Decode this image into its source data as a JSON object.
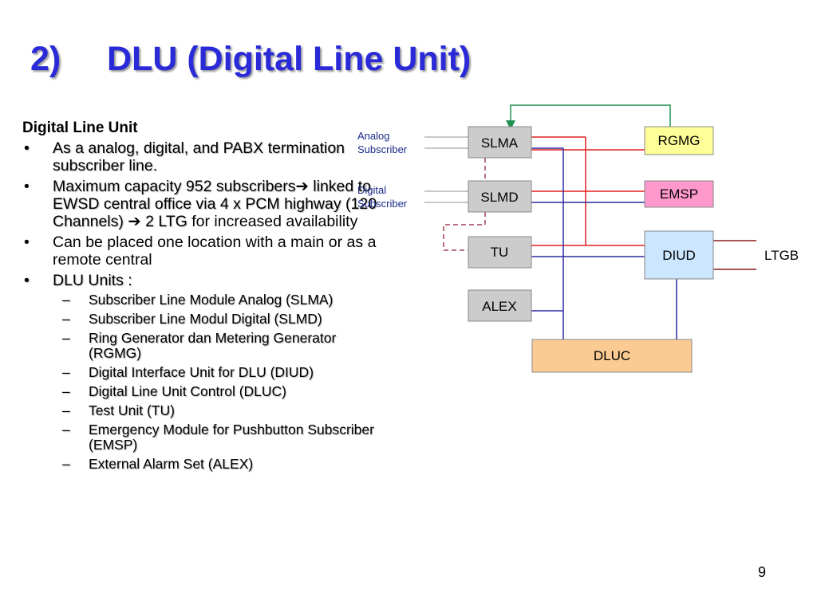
{
  "title": {
    "number": "2)",
    "text": "DLU (Digital Line Unit)"
  },
  "left": {
    "heading": "Digital Line Unit",
    "bullets": [
      {
        "text": "As a analog, digital, and PABX termination subscriber line."
      },
      {
        "a": "Maximum capacity 952 subscribers",
        "b": "linked to EWSD central office via 4 x PCM highway (120 Channels)",
        "c": "2 LTG",
        "d": "for increased availability"
      },
      {
        "text": "Can be placed one location with a main or as a remote central"
      },
      {
        "text": "DLU Units :"
      }
    ],
    "units": [
      "Subscriber Line Module Analog (SLMA)",
      "Subscriber Line Modul Digital (SLMD)",
      "Ring Generator dan Metering Generator (RGMG)",
      "Digital Interface Unit for DLU (DIUD)",
      "Digital Line Unit Control (DLUC)",
      "Test Unit (TU)",
      "Emergency Module for Pushbutton Subscriber (EMSP)",
      "External Alarm Set (ALEX)"
    ]
  },
  "diagram": {
    "analog_label": [
      "Analog",
      "Subscriber"
    ],
    "digital_label": [
      "Digital",
      "Subscriber"
    ],
    "blocks": {
      "slma": "SLMA",
      "slmd": "SLMD",
      "tu": "TU",
      "alex": "ALEX",
      "rgmg": "RGMG",
      "emsp": "EMSP",
      "diud": "DIUD",
      "dluc": "DLUC"
    },
    "ltgb_label": "LTGB",
    "colors": {
      "gray_block": "#cccccc",
      "rgmg": "#ffff99",
      "emsp": "#ff99cc",
      "diud": "#cce6ff",
      "dluc": "#fccb94",
      "red_line": "#e02020",
      "blue_line": "#2a2aa0",
      "green_line": "#209050",
      "dash_line": "#a04050",
      "ltg_line": "#8b1a1a"
    }
  },
  "page_number": "9"
}
